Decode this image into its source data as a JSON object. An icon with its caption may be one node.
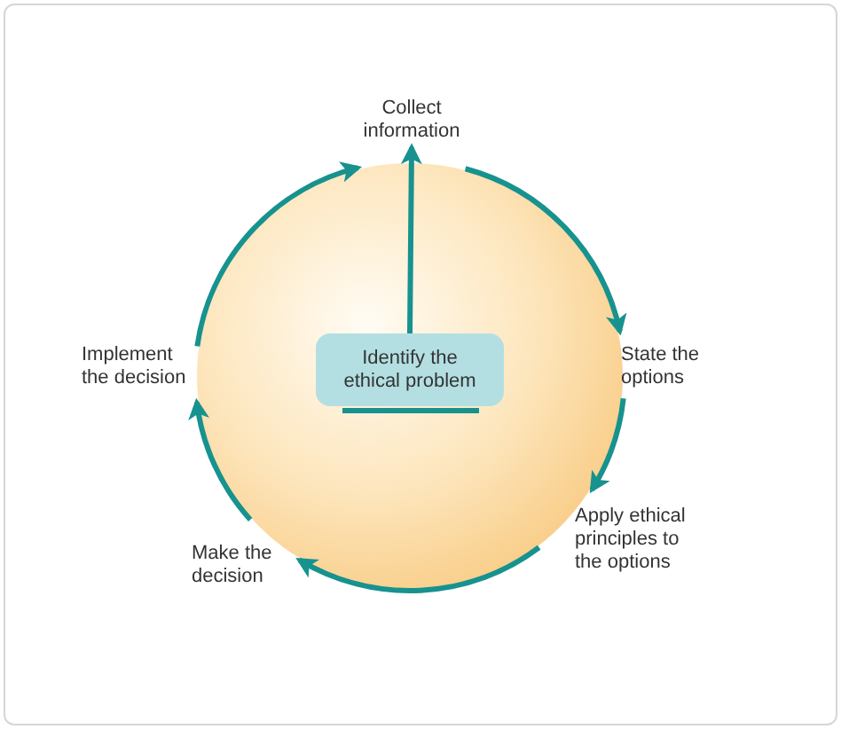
{
  "diagram": {
    "nodes": [
      {
        "text": [
          "Collect information"
        ]
      },
      {
        "text": [
          "State the options"
        ]
      },
      {
        "text": [
          "Apply ethical principles to the options"
        ]
      },
      {
        "text": [
          "Make the decision"
        ]
      },
      {
        "text": [
          "Implement the decision"
        ]
      },
      {
        "text": [
          "Identify the ethical problem"
        ]
      }
    ],
    "edges": [
      {
        "from": 5,
        "to": 0,
        "arrow": "to"
      },
      {
        "from": 0,
        "to": 1,
        "arrow": "to"
      },
      {
        "from": 1,
        "to": 2,
        "arrow": "to"
      },
      {
        "from": 2,
        "to": 3,
        "arrow": "to"
      },
      {
        "from": 3,
        "to": 4,
        "arrow": "to"
      },
      {
        "from": 4,
        "to": 0,
        "arrow": "to"
      }
    ]
  }
}
